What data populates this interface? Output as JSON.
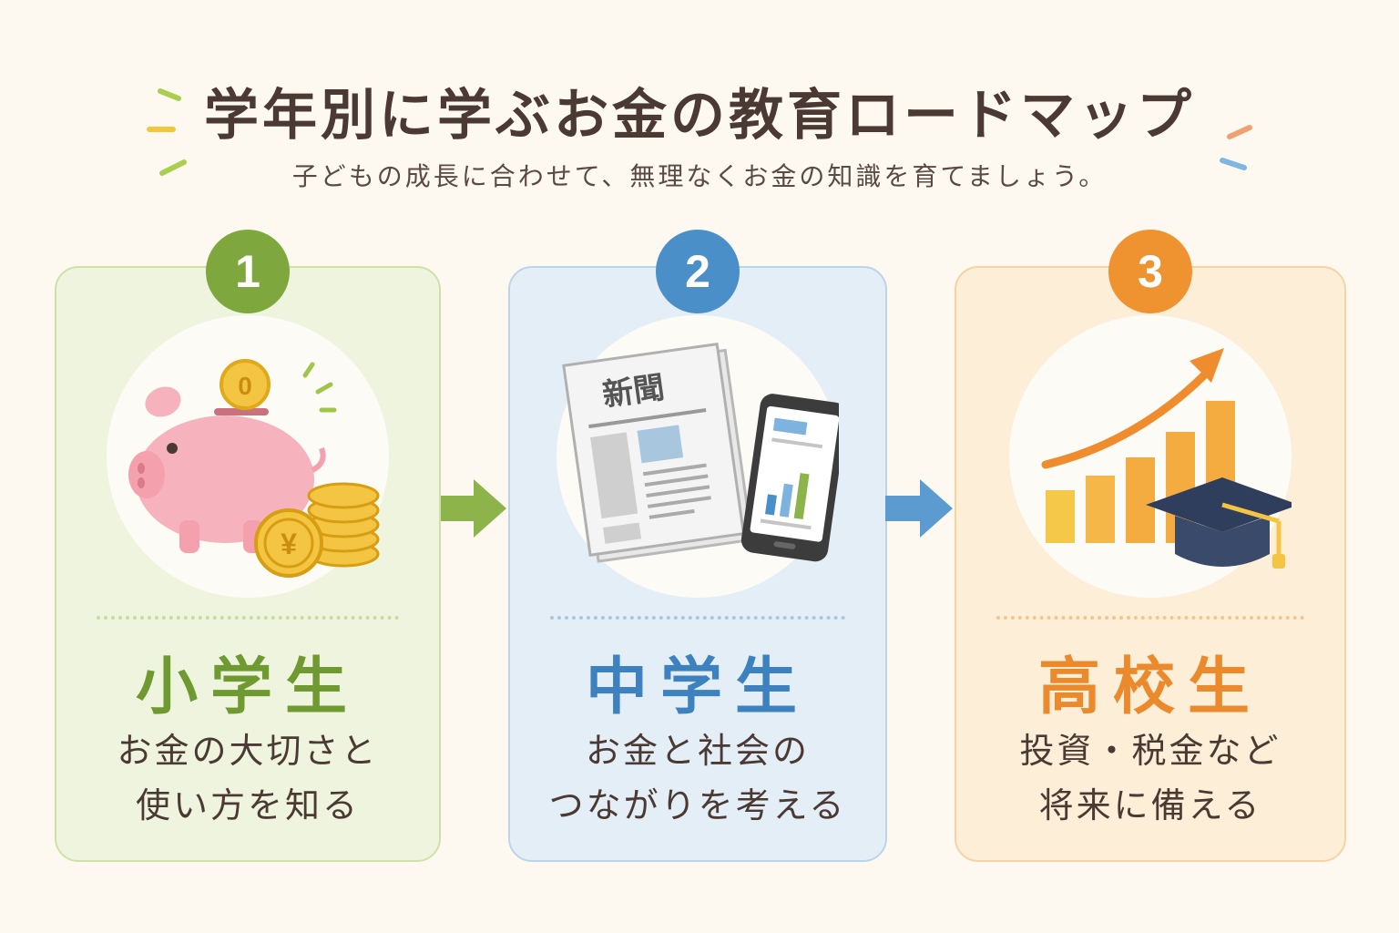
{
  "header": {
    "title": "学年別に学ぶお金の教育ロードマップ",
    "subtitle": "子どもの成長に合わせて、無理なくお金の知識を育てましょう。"
  },
  "stages": [
    {
      "number": "1",
      "grade": "小学生",
      "desc_line1": "お金の大切さと",
      "desc_line2": "使い方を知る",
      "icon": "piggy-bank-icon",
      "color": "#7ea83d"
    },
    {
      "number": "2",
      "grade": "中学生",
      "desc_line1": "お金と社会の",
      "desc_line2": "つながりを考える",
      "icon": "newspaper-smartphone-icon",
      "newspaper_text": "新聞",
      "color": "#4b8fc9"
    },
    {
      "number": "3",
      "grade": "高校生",
      "desc_line1": "投資・税金など",
      "desc_line2": "将来に備える",
      "icon": "growth-chart-graduation-cap-icon",
      "color": "#ef9331"
    }
  ],
  "coin_symbol": "¥",
  "coin_slot_symbol": "0"
}
